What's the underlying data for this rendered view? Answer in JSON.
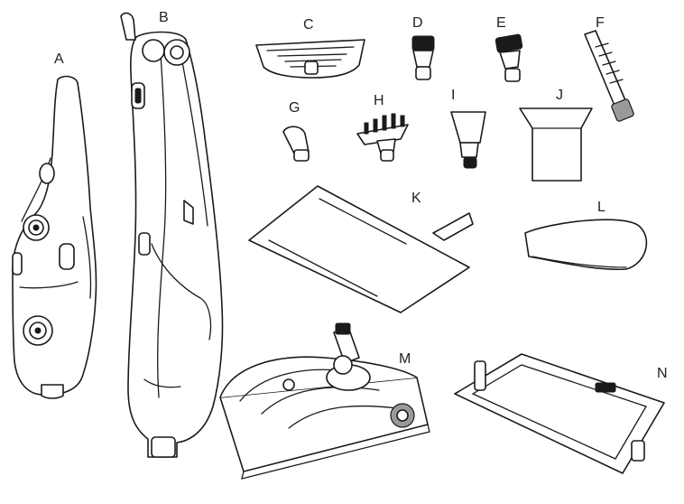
{
  "labels": {
    "a": "A",
    "b": "B",
    "c": "C",
    "d": "D",
    "e": "E",
    "f": "F",
    "g": "G",
    "h": "H",
    "i": "I",
    "j": "J",
    "k": "K",
    "l": "L",
    "m": "M",
    "n": "N"
  }
}
